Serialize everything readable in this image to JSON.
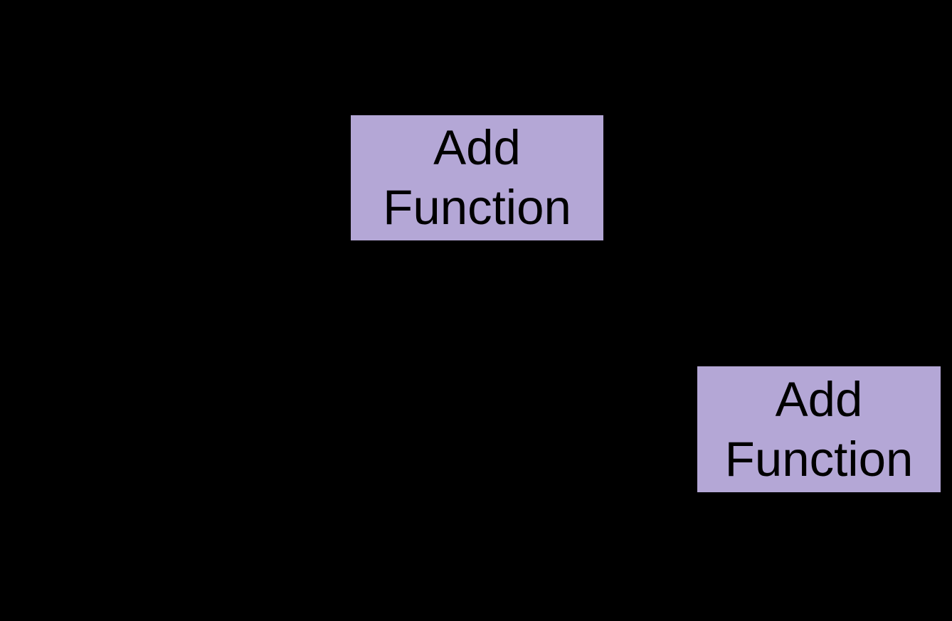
{
  "page": {
    "background": "#000000"
  },
  "nodes": [
    {
      "label": "Add Function",
      "line1": "Add",
      "line2": "Function",
      "fill": "#b4a7d6",
      "text_color": "#000000"
    },
    {
      "label": "Add Function",
      "line1": "Add",
      "line2": "Function",
      "fill": "#b4a7d6",
      "text_color": "#000000"
    }
  ]
}
